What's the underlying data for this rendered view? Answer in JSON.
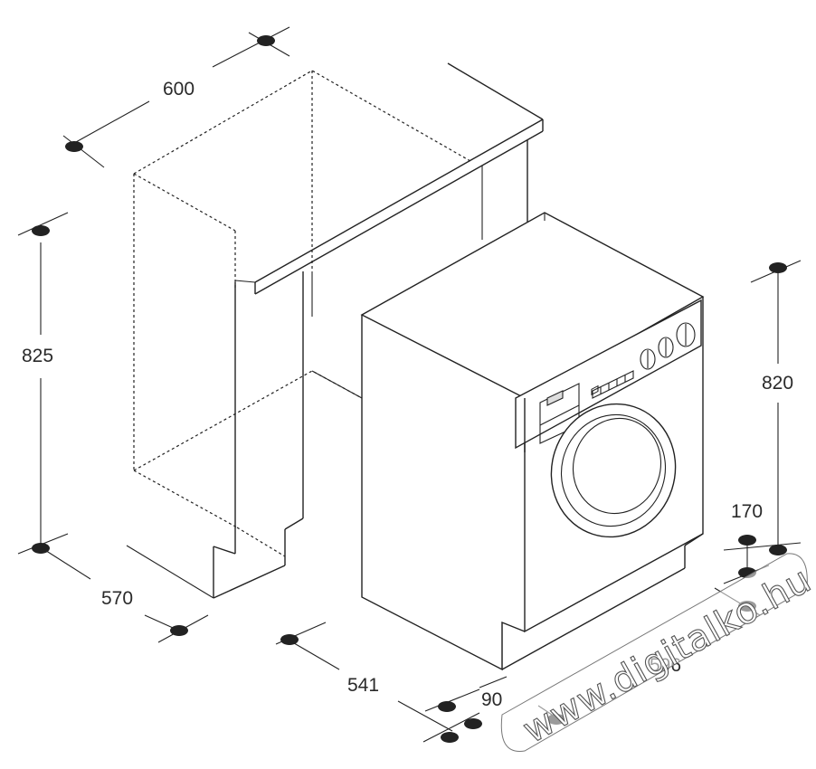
{
  "dimensions": {
    "cabinet_width": "600",
    "cabinet_height": "825",
    "cabinet_depth": "570",
    "machine_depth": "541",
    "plinth_offset": "90",
    "machine_width": "596",
    "machine_height": "820",
    "plinth_height": "170"
  },
  "watermark": "www.digitalko.hu"
}
